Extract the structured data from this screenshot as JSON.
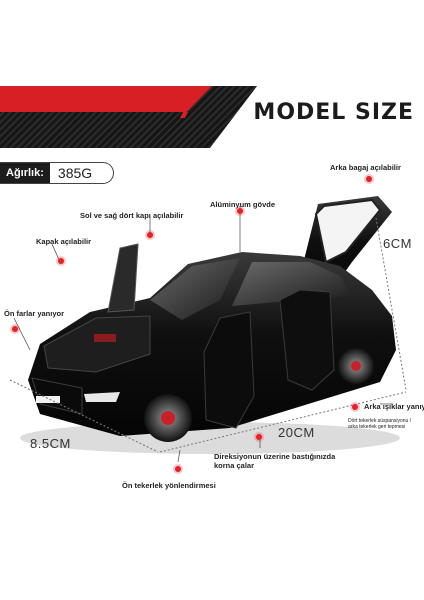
{
  "banner": {
    "title": "MODEL SIZE"
  },
  "weight": {
    "label": "Ağırlık:",
    "value": "385G"
  },
  "annotations": {
    "trunk": "Arka bagaj açılabilir",
    "doors": "Sol ve sağ dört kapı açılabilir",
    "body": "Alüminyum gövde",
    "hood": "Kapak açılabilir",
    "headlights": "Ön farlar yanıyor",
    "taillights": "Arka ışıklar yanıyor",
    "suspension_1": "Dört tekerlek süspansiyonu /",
    "suspension_2": "arka tekerlek geri tepmesi",
    "horn_1": "Direksiyonun üzerine bastığınızda",
    "horn_2": "korna çalar",
    "steering": "Ön tekerlek yönlendirmesi"
  },
  "dimensions": {
    "height": "6CM",
    "length": "20CM",
    "width": "8.5CM"
  },
  "colors": {
    "accent": "#d81f26",
    "body": "#111111"
  }
}
